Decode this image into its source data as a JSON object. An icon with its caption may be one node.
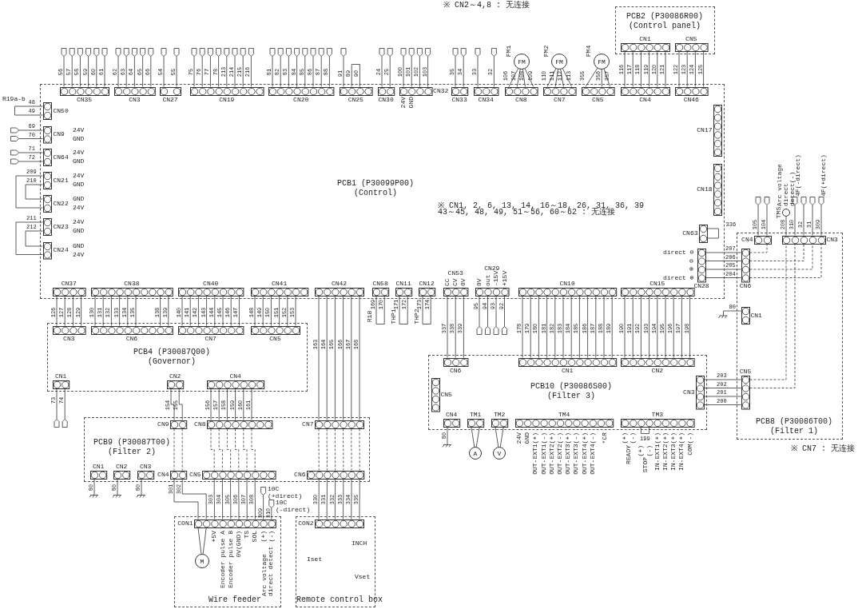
{
  "diagram": {
    "nodes": [
      {
        "text": [
          "PCB2 (P30086R00)",
          "(Control panel)"
        ]
      },
      {
        "text": [
          "CN1"
        ],
        "in": 0
      },
      {
        "text": [
          "CN5"
        ],
        "in": 0
      },
      {
        "text": [
          "PCB1 (P30099P00)",
          "(Control)"
        ]
      },
      {
        "text": [
          "CN35"
        ],
        "in": 3,
        "beside": [
          "56",
          "57",
          "58",
          "59",
          "60",
          "61"
        ]
      },
      {
        "text": [
          "CN3"
        ],
        "in": 3,
        "beside": [
          "62",
          "63",
          "64",
          "65",
          "66"
        ]
      },
      {
        "text": [
          "CN27"
        ],
        "in": 3,
        "beside": [
          "54",
          "55"
        ]
      },
      {
        "text": [
          "CN19"
        ],
        "in": 3,
        "beside": [
          "75",
          "76",
          "77",
          "78",
          "213",
          "214",
          "215",
          "216"
        ]
      },
      {
        "text": [
          "CN20"
        ],
        "in": 3,
        "beside": [
          "81",
          "82",
          "83",
          "84",
          "85",
          "86",
          "87",
          "88"
        ]
      },
      {
        "text": [
          "CN25"
        ],
        "in": 3,
        "beside": [
          "91",
          "89",
          "90"
        ]
      },
      {
        "text": [
          "CN30"
        ],
        "in": 3,
        "beside": [
          "24",
          "25"
        ]
      },
      {
        "text": [
          "CN32"
        ],
        "in": 3,
        "beside": [
          "100",
          "101",
          "102",
          "103"
        ]
      },
      {
        "text": [
          "CN33"
        ],
        "in": 3,
        "beside": [
          "35",
          "34"
        ]
      },
      {
        "text": [
          "CN34"
        ],
        "in": 3,
        "beside": [
          "33",
          "32"
        ]
      },
      {
        "text": [
          "CN8"
        ],
        "in": 3
      },
      {
        "text": [
          "CN7"
        ],
        "in": 3
      },
      {
        "text": [
          "CN5"
        ],
        "in": 3
      },
      {
        "text": [
          "CN4"
        ],
        "in": 3
      },
      {
        "text": [
          "CN46"
        ],
        "in": 3
      },
      {
        "text": [
          "FM"
        ],
        "beside": [
          "FM1"
        ]
      },
      {
        "text": [
          "FM"
        ],
        "beside": [
          "FM2"
        ]
      },
      {
        "text": [
          "FM"
        ],
        "beside": [
          "FM4"
        ]
      },
      {
        "text": [
          "CN50"
        ],
        "in": 3,
        "beside": [
          "48",
          "49"
        ]
      },
      {
        "text": [
          "CN9"
        ],
        "in": 3,
        "beside": [
          "69",
          "70"
        ]
      },
      {
        "text": [
          "CN64"
        ],
        "in": 3,
        "beside": [
          "71",
          "72"
        ]
      },
      {
        "text": [
          "CN21"
        ],
        "in": 3
      },
      {
        "text": [
          "CN22"
        ],
        "in": 3
      },
      {
        "text": [
          "CN23"
        ],
        "in": 3
      },
      {
        "text": [
          "CN24"
        ],
        "in": 3
      },
      {
        "text": [
          "CN17"
        ],
        "in": 3
      },
      {
        "text": [
          "CN18"
        ],
        "in": 3
      },
      {
        "text": [
          "CN63"
        ],
        "in": 3
      },
      {
        "text": [
          "CN28"
        ],
        "in": 3
      },
      {
        "text": [
          "CN37"
        ],
        "in": 3
      },
      {
        "text": [
          "CN38"
        ],
        "in": 3
      },
      {
        "text": [
          "CN40"
        ],
        "in": 3
      },
      {
        "text": [
          "CN41"
        ],
        "in": 3
      },
      {
        "text": [
          "CN42"
        ],
        "in": 3
      },
      {
        "text": [
          "CN58"
        ],
        "in": 3,
        "beside": [
          "169",
          "170"
        ]
      },
      {
        "text": [
          "CN11"
        ],
        "in": 3,
        "beside": [
          "171",
          "172"
        ]
      },
      {
        "text": [
          "CN12"
        ],
        "in": 3,
        "beside": [
          "173",
          "174"
        ]
      },
      {
        "text": [
          "CN53"
        ],
        "in": 3
      },
      {
        "text": [
          "CN29"
        ],
        "in": 3,
        "beside": [
          "95",
          "94",
          "93",
          "92"
        ]
      },
      {
        "text": [
          "CN10"
        ],
        "in": 3
      },
      {
        "text": [
          "CN15"
        ],
        "in": 3
      },
      {
        "text": [
          "PCB4 (P30087Q00)",
          "(Governor)"
        ]
      },
      {
        "text": [
          "CN3"
        ],
        "in": 45
      },
      {
        "text": [
          "CN6"
        ],
        "in": 45
      },
      {
        "text": [
          "CN7"
        ],
        "in": 45
      },
      {
        "text": [
          "CN5"
        ],
        "in": 45
      },
      {
        "text": [
          "CN1"
        ],
        "in": 45,
        "beside": [
          "73",
          "74"
        ]
      },
      {
        "text": [
          "CN2"
        ],
        "in": 45
      },
      {
        "text": [
          "CN4"
        ],
        "in": 45
      },
      {
        "text": [
          "PCB8 (P30086T00)",
          "(Filter 1)"
        ]
      },
      {
        "text": [
          "CN4"
        ],
        "in": 53,
        "beside": [
          "105",
          "104"
        ]
      },
      {
        "text": [
          "CN3"
        ],
        "in": 53,
        "beside": [
          "310",
          "32",
          "31",
          "309",
          "4F(-direct)",
          "4F(+direct)"
        ]
      },
      {
        "text": [],
        "shape": "circle",
        "beside": [
          "TMS",
          "Arc voltage direct detect(-)"
        ]
      },
      {
        "text": [
          "CN6"
        ],
        "in": 53
      },
      {
        "text": [
          "CN1"
        ],
        "in": 53,
        "beside": [
          "80"
        ]
      },
      {
        "text": [
          "CN5"
        ],
        "in": 53
      },
      {
        "text": [
          "PCB10 (P30086S00)",
          "(Filter 3)"
        ]
      },
      {
        "text": [
          "CN6"
        ],
        "in": 60
      },
      {
        "text": [
          "CN1"
        ],
        "in": 60
      },
      {
        "text": [
          "CN2"
        ],
        "in": 60
      },
      {
        "text": [
          "CN5"
        ],
        "in": 60
      },
      {
        "text": [
          "CN3"
        ],
        "in": 60
      },
      {
        "text": [
          "CN4"
        ],
        "in": 60,
        "beside": [
          "80"
        ]
      },
      {
        "text": [
          "TM1"
        ],
        "in": 60
      },
      {
        "text": [
          "TM2"
        ],
        "in": 60
      },
      {
        "text": [
          "TM4"
        ],
        "in": 60
      },
      {
        "text": [
          "TM3"
        ],
        "in": 60
      },
      {
        "text": [
          "A"
        ]
      },
      {
        "text": [
          "V"
        ]
      },
      {
        "text": [
          "PCB9 (P30087T00)",
          "(Filter 2)"
        ]
      },
      {
        "text": [
          "CN9"
        ],
        "in": 73
      },
      {
        "text": [
          "CN8"
        ],
        "in": 73
      },
      {
        "text": [
          "CN7"
        ],
        "in": 73
      },
      {
        "text": [
          "CN1"
        ],
        "in": 73,
        "beside": [
          "80"
        ]
      },
      {
        "text": [
          "CN2"
        ],
        "in": 73,
        "beside": [
          "80"
        ]
      },
      {
        "text": [
          "CN3"
        ],
        "in": 73,
        "beside": [
          "80"
        ]
      },
      {
        "text": [
          "CN4"
        ],
        "in": 73
      },
      {
        "text": [
          "CN5"
        ],
        "in": 73
      },
      {
        "text": [
          "CN6"
        ],
        "in": 73
      },
      {
        "text": [
          "Wire feeder"
        ]
      },
      {
        "text": [
          "CON1"
        ],
        "in": 83,
        "beside": [
          "309",
          "310",
          "10C",
          "(+direct)",
          "10C",
          "(-direct)",
          "+5V",
          "Encoder pulse A",
          "Encoder pulse B",
          "0V(GND)",
          "TS",
          "SOL",
          "(+)",
          "(-)",
          "Arc voltage direct detect"
        ]
      },
      {
        "text": [
          "M"
        ],
        "in": 83
      },
      {
        "text": [
          "Remote control box"
        ]
      },
      {
        "text": [
          "CON2"
        ],
        "in": 86
      }
    ],
    "edges": [
      {
        "from": 1,
        "to": 17,
        "arrow": "none",
        "label": "116"
      },
      {
        "from": 1,
        "to": 17,
        "arrow": "none",
        "label": "117"
      },
      {
        "from": 1,
        "to": 17,
        "arrow": "none",
        "label": "118"
      },
      {
        "from": 1,
        "to": 17,
        "arrow": "none",
        "label": "119"
      },
      {
        "from": 1,
        "to": 17,
        "arrow": "none",
        "label": "120"
      },
      {
        "from": 1,
        "to": 17,
        "arrow": "none",
        "label": "121"
      },
      {
        "from": 2,
        "to": 18,
        "arrow": "none",
        "label": "122"
      },
      {
        "from": 2,
        "to": 18,
        "arrow": "none",
        "label": "123"
      },
      {
        "from": 2,
        "to": 18,
        "arrow": "none",
        "label": "124"
      },
      {
        "from": 2,
        "to": 18,
        "arrow": "none",
        "label": "125"
      },
      {
        "from": 14,
        "to": 19,
        "arrow": "none",
        "label": "106"
      },
      {
        "from": 14,
        "to": 19,
        "arrow": "none",
        "label": "107"
      },
      {
        "from": 14,
        "to": 19,
        "arrow": "none",
        "label": "108"
      },
      {
        "from": 14,
        "to": 19,
        "arrow": "none",
        "label": "109"
      },
      {
        "from": 15,
        "to": 20,
        "arrow": "none",
        "label": "110"
      },
      {
        "from": 15,
        "to": 20,
        "arrow": "none",
        "label": "111"
      },
      {
        "from": 15,
        "to": 20,
        "arrow": "none",
        "label": "112"
      },
      {
        "from": 15,
        "to": 20,
        "arrow": "none",
        "label": "113"
      },
      {
        "from": 16,
        "to": 21,
        "arrow": "none",
        "label": "355"
      },
      {
        "from": 16,
        "to": 21,
        "arrow": "none",
        "label": "356"
      },
      {
        "from": 16,
        "to": 21,
        "arrow": "none",
        "label": "357"
      },
      {
        "from": 25,
        "to": 26,
        "arrow": "none",
        "label": "209"
      },
      {
        "from": 25,
        "to": 26,
        "arrow": "none",
        "label": "210"
      },
      {
        "from": 27,
        "to": 28,
        "arrow": "none",
        "label": "211"
      },
      {
        "from": 27,
        "to": 28,
        "arrow": "none",
        "label": "212"
      },
      {
        "from": 33,
        "to": 46,
        "arrow": "none",
        "label": "126"
      },
      {
        "from": 33,
        "to": 46,
        "arrow": "none",
        "label": "127"
      },
      {
        "from": 33,
        "to": 46,
        "arrow": "none",
        "label": "128"
      },
      {
        "from": 33,
        "to": 46,
        "arrow": "none",
        "label": "129"
      },
      {
        "from": 34,
        "to": 47,
        "arrow": "none",
        "label": "130"
      },
      {
        "from": 34,
        "to": 47,
        "arrow": "none",
        "label": "131"
      },
      {
        "from": 34,
        "to": 47,
        "arrow": "none",
        "label": "132"
      },
      {
        "from": 34,
        "to": 47,
        "arrow": "none",
        "label": "133"
      },
      {
        "from": 34,
        "to": 47,
        "arrow": "none",
        "label": "134"
      },
      {
        "from": 34,
        "to": 47,
        "arrow": "none",
        "label": "135"
      },
      {
        "from": 34,
        "to": 47,
        "arrow": "none",
        "label": "138"
      },
      {
        "from": 34,
        "to": 47,
        "arrow": "none",
        "label": "139"
      },
      {
        "from": 35,
        "to": 48,
        "arrow": "none",
        "label": "140"
      },
      {
        "from": 35,
        "to": 48,
        "arrow": "none",
        "label": "141"
      },
      {
        "from": 35,
        "to": 48,
        "arrow": "none",
        "label": "142"
      },
      {
        "from": 35,
        "to": 48,
        "arrow": "none",
        "label": "143"
      },
      {
        "from": 35,
        "to": 48,
        "arrow": "none",
        "label": "144"
      },
      {
        "from": 35,
        "to": 48,
        "arrow": "none",
        "label": "145"
      },
      {
        "from": 35,
        "to": 48,
        "arrow": "none",
        "label": "146"
      },
      {
        "from": 35,
        "to": 48,
        "arrow": "none",
        "label": "147"
      },
      {
        "from": 36,
        "to": 49,
        "arrow": "none",
        "label": "148"
      },
      {
        "from": 36,
        "to": 49,
        "arrow": "none",
        "label": "149"
      },
      {
        "from": 36,
        "to": 49,
        "arrow": "none",
        "label": "150"
      },
      {
        "from": 36,
        "to": 49,
        "arrow": "none",
        "label": "151"
      },
      {
        "from": 36,
        "to": 49,
        "arrow": "none",
        "label": "152"
      },
      {
        "from": 36,
        "to": 49,
        "arrow": "none",
        "label": "153"
      },
      {
        "from": 37,
        "to": 76,
        "arrow": "none",
        "label": "163"
      },
      {
        "from": 37,
        "to": 76,
        "arrow": "none",
        "label": "164"
      },
      {
        "from": 37,
        "to": 76,
        "arrow": "none",
        "label": "165"
      },
      {
        "from": 37,
        "to": 76,
        "arrow": "none",
        "label": "166"
      },
      {
        "from": 37,
        "to": 76,
        "arrow": "none",
        "label": "167"
      },
      {
        "from": 37,
        "to": 76,
        "arrow": "none",
        "label": "168"
      },
      {
        "from": 41,
        "to": 61,
        "arrow": "none",
        "label": "337"
      },
      {
        "from": 41,
        "to": 61,
        "arrow": "none",
        "label": "338"
      },
      {
        "from": 41,
        "to": 61,
        "arrow": "none",
        "label": "339"
      },
      {
        "from": 43,
        "to": 62,
        "arrow": "none",
        "label": "178"
      },
      {
        "from": 43,
        "to": 62,
        "arrow": "none",
        "label": "179"
      },
      {
        "from": 43,
        "to": 62,
        "arrow": "none",
        "label": "180"
      },
      {
        "from": 43,
        "to": 62,
        "arrow": "none",
        "label": "181"
      },
      {
        "from": 43,
        "to": 62,
        "arrow": "none",
        "label": "182"
      },
      {
        "from": 43,
        "to": 62,
        "arrow": "none",
        "label": "183"
      },
      {
        "from": 43,
        "to": 62,
        "arrow": "none",
        "label": "184"
      },
      {
        "from": 43,
        "to": 62,
        "arrow": "none",
        "label": "185"
      },
      {
        "from": 43,
        "to": 62,
        "arrow": "none",
        "label": "186"
      },
      {
        "from": 43,
        "to": 62,
        "arrow": "none",
        "label": "187"
      },
      {
        "from": 43,
        "to": 62,
        "arrow": "none",
        "label": "188"
      },
      {
        "from": 43,
        "to": 62,
        "arrow": "none",
        "label": "189"
      },
      {
        "from": 44,
        "to": 63,
        "arrow": "none",
        "label": "190"
      },
      {
        "from": 44,
        "to": 63,
        "arrow": "none",
        "label": "191"
      },
      {
        "from": 44,
        "to": 63,
        "arrow": "none",
        "label": "192"
      },
      {
        "from": 44,
        "to": 63,
        "arrow": "none",
        "label": "193"
      },
      {
        "from": 44,
        "to": 63,
        "arrow": "none",
        "label": "194"
      },
      {
        "from": 44,
        "to": 63,
        "arrow": "none",
        "label": "195"
      },
      {
        "from": 44,
        "to": 63,
        "arrow": "none",
        "label": "196"
      },
      {
        "from": 44,
        "to": 63,
        "arrow": "none",
        "label": "197"
      },
      {
        "from": 44,
        "to": 63,
        "arrow": "none",
        "label": "198"
      },
      {
        "from": 32,
        "to": 57,
        "arrow": "none",
        "label": "207"
      },
      {
        "from": 32,
        "to": 57,
        "arrow": "none",
        "label": "206"
      },
      {
        "from": 32,
        "to": 57,
        "arrow": "none",
        "label": "205"
      },
      {
        "from": 32,
        "to": 57,
        "arrow": "none",
        "label": "204"
      },
      {
        "from": 65,
        "to": 59,
        "arrow": "none",
        "label": "203"
      },
      {
        "from": 65,
        "to": 59,
        "arrow": "none",
        "label": "202"
      },
      {
        "from": 65,
        "to": 59,
        "arrow": "none",
        "label": "201"
      },
      {
        "from": 65,
        "to": 59,
        "arrow": "none",
        "label": "200"
      },
      {
        "from": 55,
        "to": 56,
        "arrow": "none",
        "label": "208"
      },
      {
        "from": 57,
        "to": 54,
        "arrow": "none",
        "style": "dashed"
      },
      {
        "from": 57,
        "to": 55,
        "arrow": "none",
        "style": "dashed"
      },
      {
        "from": 57,
        "to": 55,
        "arrow": "none",
        "style": "dashed"
      },
      {
        "from": 57,
        "to": 55,
        "arrow": "none",
        "style": "dashed"
      },
      {
        "from": 59,
        "to": 55,
        "arrow": "none",
        "style": "dashed"
      },
      {
        "from": 59,
        "to": 55,
        "arrow": "none",
        "style": "dashed"
      },
      {
        "from": 51,
        "to": 74,
        "arrow": "none",
        "label": "154"
      },
      {
        "from": 51,
        "to": 74,
        "arrow": "none",
        "label": "155"
      },
      {
        "from": 52,
        "to": 75,
        "arrow": "none",
        "label": "156"
      },
      {
        "from": 52,
        "to": 75,
        "arrow": "none",
        "label": "157"
      },
      {
        "from": 52,
        "to": 75,
        "arrow": "none",
        "label": "158"
      },
      {
        "from": 52,
        "to": 75,
        "arrow": "none",
        "label": "159"
      },
      {
        "from": 52,
        "to": 75,
        "arrow": "none",
        "label": "160"
      },
      {
        "from": 52,
        "to": 75,
        "arrow": "none",
        "label": "161"
      },
      {
        "from": 74,
        "to": 80,
        "arrow": "none",
        "style": "dashed"
      },
      {
        "from": 74,
        "to": 80,
        "arrow": "none",
        "style": "dashed"
      },
      {
        "from": 75,
        "to": 81,
        "arrow": "none",
        "style": "dashed"
      },
      {
        "from": 75,
        "to": 81,
        "arrow": "none",
        "style": "dashed"
      },
      {
        "from": 75,
        "to": 81,
        "arrow": "none",
        "style": "dashed"
      },
      {
        "from": 75,
        "to": 81,
        "arrow": "none",
        "style": "dashed"
      },
      {
        "from": 75,
        "to": 81,
        "arrow": "none",
        "style": "dashed"
      },
      {
        "from": 75,
        "to": 81,
        "arrow": "none",
        "style": "dashed"
      },
      {
        "from": 76,
        "to": 82,
        "arrow": "none",
        "style": "dashed"
      },
      {
        "from": 76,
        "to": 82,
        "arrow": "none",
        "style": "dashed"
      },
      {
        "from": 76,
        "to": 82,
        "arrow": "none",
        "style": "dashed"
      },
      {
        "from": 76,
        "to": 82,
        "arrow": "none",
        "style": "dashed"
      },
      {
        "from": 76,
        "to": 82,
        "arrow": "none",
        "style": "dashed"
      },
      {
        "from": 76,
        "to": 82,
        "arrow": "none",
        "style": "dashed"
      },
      {
        "from": 80,
        "to": 84,
        "arrow": "none",
        "label": "301"
      },
      {
        "from": 80,
        "to": 84,
        "arrow": "none",
        "label": "302"
      },
      {
        "from": 81,
        "to": 84,
        "arrow": "none",
        "label": "303"
      },
      {
        "from": 81,
        "to": 84,
        "arrow": "none",
        "label": "304"
      },
      {
        "from": 81,
        "to": 84,
        "arrow": "none",
        "label": "305"
      },
      {
        "from": 81,
        "to": 84,
        "arrow": "none",
        "label": "306"
      },
      {
        "from": 81,
        "to": 84,
        "arrow": "none",
        "label": "307"
      },
      {
        "from": 81,
        "to": 84,
        "arrow": "none",
        "label": "308"
      },
      {
        "from": 82,
        "to": 87,
        "arrow": "none",
        "label": "330"
      },
      {
        "from": 82,
        "to": 87,
        "arrow": "none",
        "label": "331"
      },
      {
        "from": 82,
        "to": 87,
        "arrow": "none",
        "label": "332"
      },
      {
        "from": 82,
        "to": 87,
        "arrow": "none",
        "label": "333"
      },
      {
        "from": 82,
        "to": 87,
        "arrow": "none",
        "label": "334"
      },
      {
        "from": 82,
        "to": 87,
        "arrow": "none",
        "label": "335"
      },
      {
        "from": 84,
        "to": 85,
        "arrow": "none"
      },
      {
        "from": 84,
        "to": 85,
        "arrow": "none"
      },
      {
        "from": 67,
        "to": 71,
        "arrow": "none"
      },
      {
        "from": 67,
        "to": 71,
        "arrow": "none"
      },
      {
        "from": 68,
        "to": 72,
        "arrow": "none"
      },
      {
        "from": 68,
        "to": 72,
        "arrow": "none"
      }
    ],
    "labels": [
      "※ CN2～4,8 : 无连接",
      "R19a-b",
      "24V",
      "GND",
      "24V",
      "GND",
      "24V",
      "GND",
      "GND",
      "24V",
      "24V",
      "GND",
      "GND",
      "24V",
      "24V",
      "GND",
      "※ CN1, 2, 6, 13, 14, 16～18, 26, 31, 36, 39 43～45, 48, 49, 51～56, 60～62 : 无连接",
      "direct ⊖",
      "⊖",
      "⊕",
      "direct ⊕",
      "336",
      "CC",
      "CV",
      "0V",
      "0V",
      "out",
      "-15V",
      "+15V",
      "R18",
      "THP1",
      "THP2",
      "24V",
      "GND",
      "OUT-EXT1(+)",
      "OUT-EXT1(-)",
      "OUT-EXT2(+)",
      "OUT-EXT2(-)",
      "OUT-EXT3(+)",
      "OUT-EXT3(-)",
      "OUT-EXT4(+)",
      "OUT-EXT4(-)",
      "*CR",
      "READY",
      "(+)",
      "(-)",
      "STOP",
      "(+)",
      "(-)",
      "IN-EXT1(+)",
      "IN-EXT2(+)",
      "IN-EXT3(+)",
      "IN-EXT4(+)",
      "COM(-)",
      "199",
      "※ CN7 : 无连接",
      "Iset",
      "Vset",
      "INCH"
    ]
  }
}
